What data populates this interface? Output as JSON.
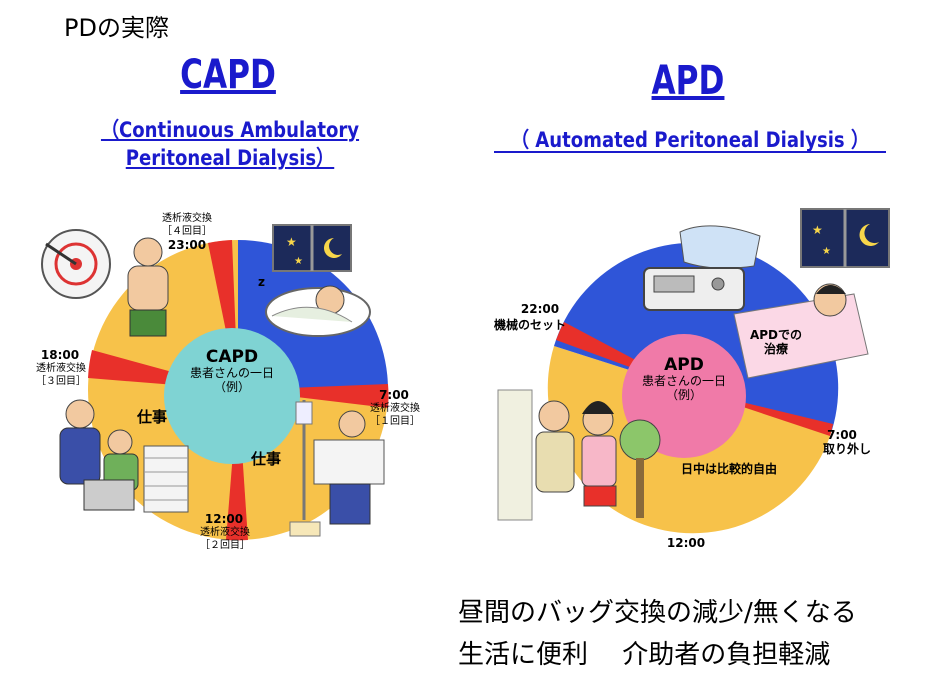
{
  "page": {
    "title": "PDの実際"
  },
  "capd": {
    "title": "CAPD",
    "subtitle": "（Continuous Ambulatory Peritoneal Dialysis）",
    "center": {
      "name": "CAPD",
      "line1": "患者さんの一日",
      "line2": "（例）"
    },
    "exchanges": [
      {
        "label": "透析液交換",
        "count": "［４回目］",
        "time": "23:00"
      },
      {
        "label": "透析液交換",
        "count": "［３回目］",
        "time": "18:00"
      },
      {
        "label": "透析液交換",
        "count": "［１回目］",
        "time": "7:00"
      },
      {
        "label": "透析液交換",
        "count": "［２回目］",
        "time": "12:00"
      }
    ],
    "work_left": "仕事",
    "work_right": "仕事"
  },
  "apd": {
    "title": "APD",
    "subtitle": "（ Automated Peritoneal Dialysis ）",
    "center": {
      "name": "APD",
      "line1": "患者さんの一日",
      "line2": "（例）"
    },
    "setup_time": "22:00",
    "setup_label": "機械のセット",
    "treatment_label_1": "APDでの",
    "treatment_label_2": "治療",
    "remove_time": "7:00",
    "remove_label": "取り外し",
    "free_label": "日中は比較的自由",
    "noon_time": "12:00"
  },
  "bottom": {
    "line1": "昼間のバッグ交換の減少/無くなる",
    "line2": "生活に便利　 介助者の負担軽減"
  },
  "colors": {
    "heading": "#1a1acc",
    "night": "#2f55d8",
    "day": "#f7c24a",
    "exchange": "#e8302a",
    "capd_center": "#7fd3d3",
    "apd_center": "#f07aa8"
  }
}
